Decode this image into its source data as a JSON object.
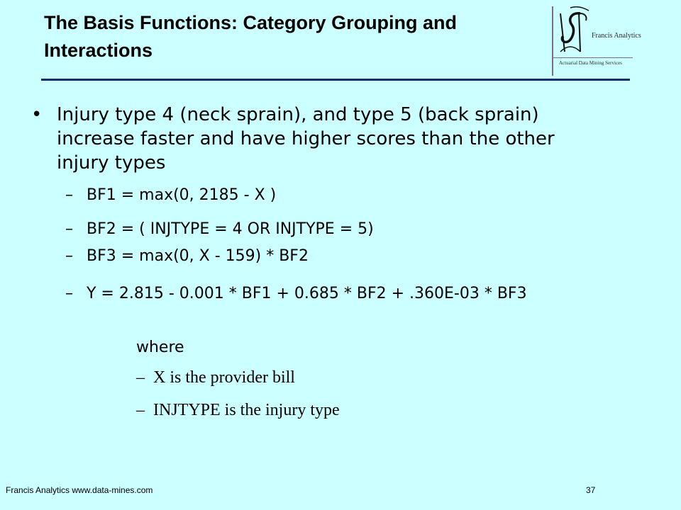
{
  "slide": {
    "title": "The Basis Functions: Category Grouping and Interactions",
    "logo": {
      "name": "Francis Analytics",
      "tagline": "Actuarial Data Mining Services"
    },
    "bullet": "Injury type 4 (neck sprain), and type 5 (back sprain) increase faster and have higher scores than the other injury types",
    "sub_items": [
      "BF1 = max(0, 2185 - X )",
      "BF2 = ( INJTYPE = 4 OR INJTYPE = 5)",
      "BF3 = max(0, X - 159) * BF2",
      "Y = 2.815 - 0.001 * BF1 + 0.685 * BF2 + .360E-03 * BF3"
    ],
    "where_label": "where",
    "definitions": [
      "X is the provider bill",
      "INJTYPE is the injury type"
    ],
    "bullet_symbol": "•",
    "dash_symbol": "–"
  },
  "footer": {
    "left": "Francis Analytics www.data-mines.com",
    "page_number": "37"
  }
}
